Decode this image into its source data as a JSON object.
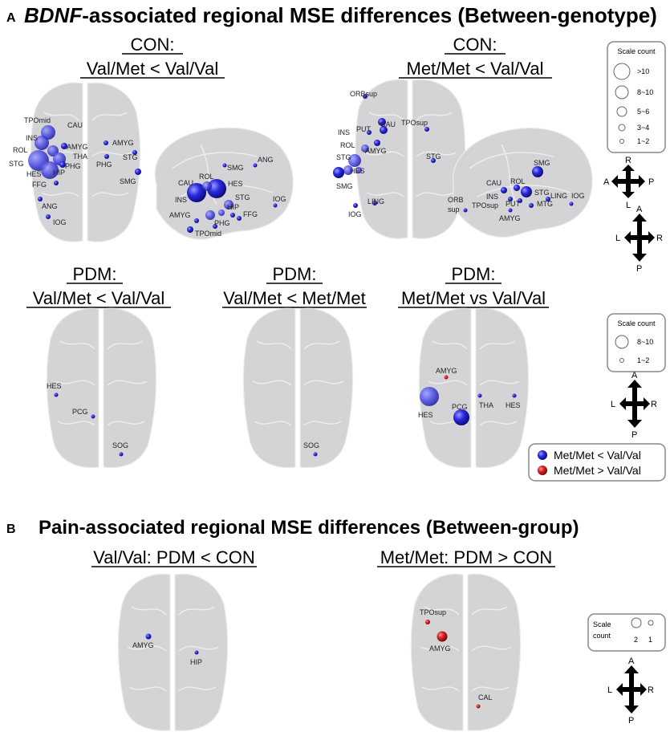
{
  "colors": {
    "node_blue": "#2222cc",
    "node_red": "#cc2222",
    "brain_fill": "#d4d4d6"
  },
  "section_a": {
    "letter": "A",
    "title_italic": "BDNF",
    "title_rest": "-associated regional MSE differences (Between-genotype)"
  },
  "section_b": {
    "letter": "B",
    "title": "Pain-associated regional MSE differences (Between-group)"
  },
  "panels": {
    "con1": {
      "line1": "CON:",
      "line2": "Val/Met < Val/Val"
    },
    "con2": {
      "line1": "CON:",
      "line2": "Met/Met < Val/Val"
    },
    "pdm1": {
      "line1": "PDM:",
      "line2": "Val/Met < Val/Val"
    },
    "pdm2": {
      "line1": "PDM:",
      "line2": "Val/Met < Met/Met"
    },
    "pdm3": {
      "line1": "PDM:",
      "line2": "Met/Met vs Val/Val"
    },
    "b1": {
      "line1": "Val/Val: PDM < CON"
    },
    "b2": {
      "line1": "Met/Met: PDM > CON"
    }
  },
  "legend1": {
    "title": "Scale count",
    "items": [
      ">10",
      "8~10",
      "5~6",
      "3~4",
      "1~2"
    ]
  },
  "legend2": {
    "title": "Scale count",
    "items": [
      "8~10",
      "1~2"
    ]
  },
  "legend3": {
    "title_line1": "Scale",
    "title_line2": "count",
    "items": [
      "2",
      "1"
    ]
  },
  "color_legend": [
    "Met/Met < Val/Val",
    "Met/Met > Val/Val"
  ],
  "orientation_sagittal": {
    "anterior": "A",
    "posterior": "P",
    "right": "R",
    "left": "L"
  },
  "orientation_axial": {
    "anterior": "A",
    "posterior": "P",
    "left": "L",
    "right": "R"
  },
  "regions": {
    "con1_axial": [
      "TPOmid",
      "CAU",
      "INS",
      "AMYG",
      "ROL",
      "THA",
      "STG",
      "PHG",
      "HIP",
      "HES",
      "FFG",
      "ANG",
      "IOG",
      "AMYG",
      "PHG",
      "STG",
      "SMG"
    ],
    "con1_sag": [
      "SMG",
      "ANG",
      "CAU",
      "ROL",
      "HES",
      "INS",
      "STG",
      "HIP",
      "FFG",
      "IOG",
      "AMYG",
      "PHG",
      "TPOmid"
    ],
    "con2_axial": [
      "ORBsup",
      "CAU",
      "INS",
      "PUT",
      "ROL",
      "AMYG",
      "STG",
      "HES",
      "SMG",
      "LING",
      "IOG",
      "TPOsup",
      "STG"
    ],
    "con2_sag": [
      "SMG",
      "CAU",
      "ROL",
      "INS",
      "STG",
      "ORB",
      "sup",
      "TPOsup",
      "PUT",
      "MTG",
      "LING",
      "IOG",
      "AMYG"
    ],
    "pdm1": [
      "HES",
      "PCG",
      "SOG"
    ],
    "pdm2": [
      "SOG"
    ],
    "pdm3": [
      "AMYG",
      "HES",
      "PCG",
      "THA",
      "HES"
    ],
    "b1": [
      "AMYG",
      "HIP"
    ],
    "b2": [
      "TPOsup",
      "AMYG",
      "CAL"
    ]
  }
}
